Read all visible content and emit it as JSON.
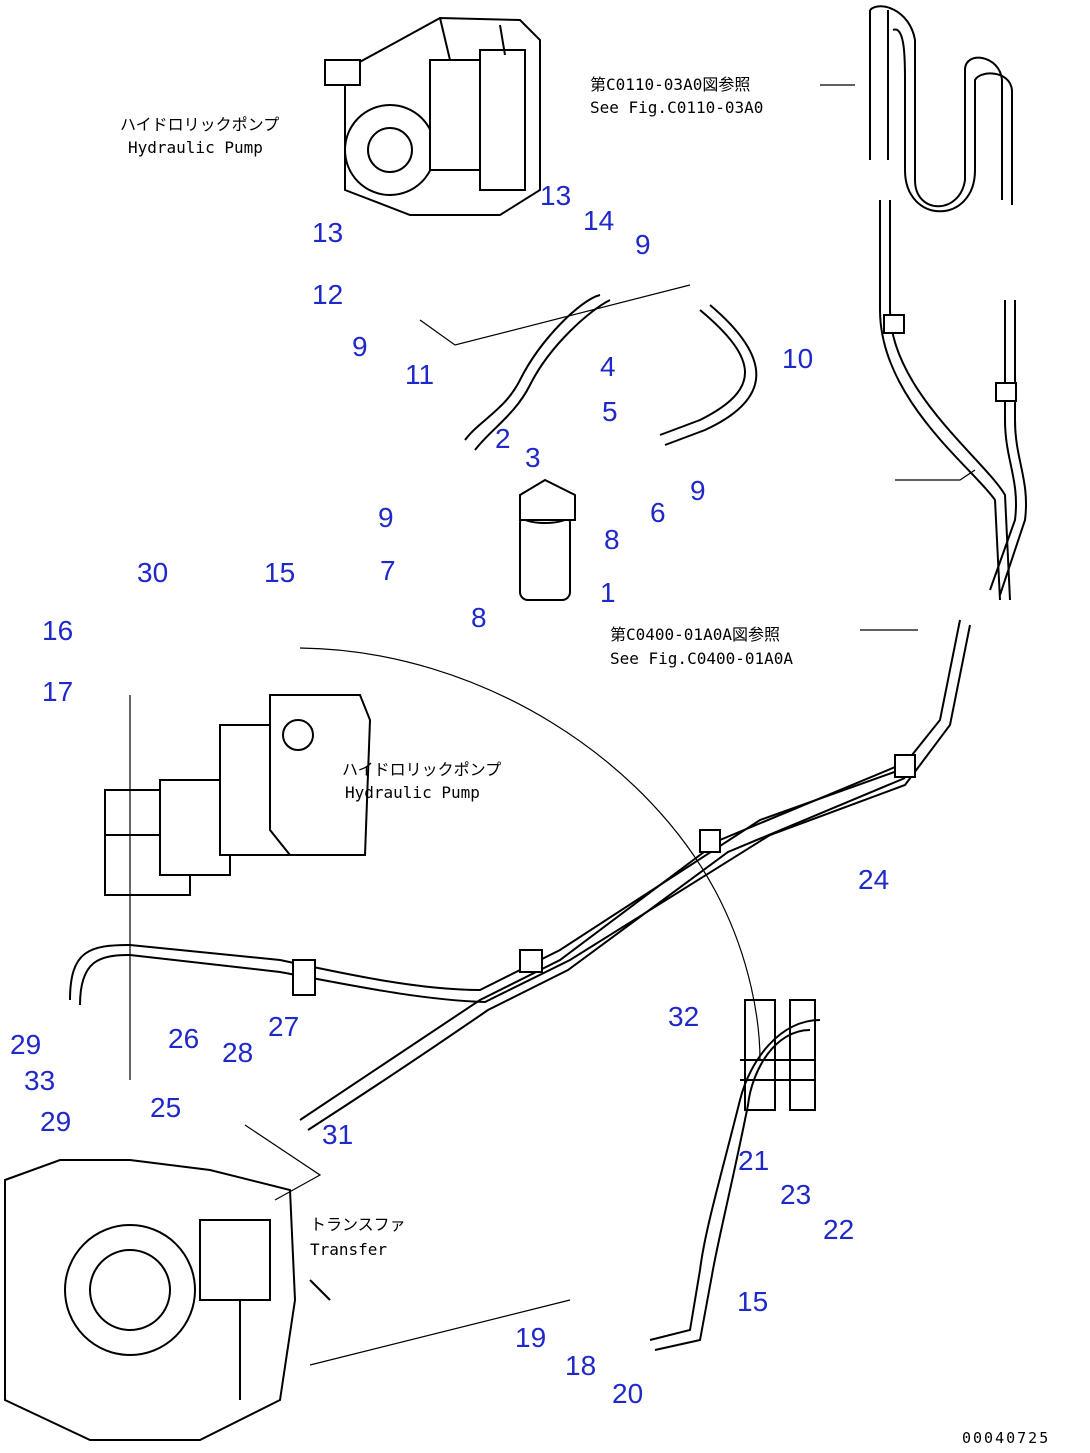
{
  "annotations": {
    "pump_top": [
      "ハイドロリックポンプ",
      "Hydraulic Pump"
    ],
    "pump_mid": [
      "ハイドロリックポンプ",
      "Hydraulic Pump"
    ],
    "transfer": [
      "トランスファ",
      "Transfer"
    ],
    "see_top": [
      "第C0110-03A0図参照",
      "See Fig.C0110-03A0"
    ],
    "see_mid": [
      "第C0400-01A0A図参照",
      "See Fig.C0400-01A0A"
    ]
  },
  "drawing_code": "00040725",
  "colors": {
    "callout": "#1f28c8",
    "line": "#000000"
  },
  "callouts": {
    "c13a": "13",
    "c13b": "13",
    "c14": "14",
    "c9a": "9",
    "c12": "12",
    "c9b": "9",
    "c10": "10",
    "c11": "11",
    "c4": "4",
    "c5": "5",
    "c2": "2",
    "c3": "3",
    "c9c": "9",
    "c6": "6",
    "c9d": "9",
    "c7": "7",
    "c8a": "8",
    "c1": "1",
    "c8b": "8",
    "c30": "30",
    "c15a": "15",
    "c16": "16",
    "c17": "17",
    "c24": "24",
    "c32": "32",
    "c27": "27",
    "c29a": "29",
    "c26": "26",
    "c28": "28",
    "c33": "33",
    "c25": "25",
    "c29b": "29",
    "c31": "31",
    "c21": "21",
    "c23": "23",
    "c22": "22",
    "c15b": "15",
    "c19": "19",
    "c18": "18",
    "c20": "20"
  }
}
